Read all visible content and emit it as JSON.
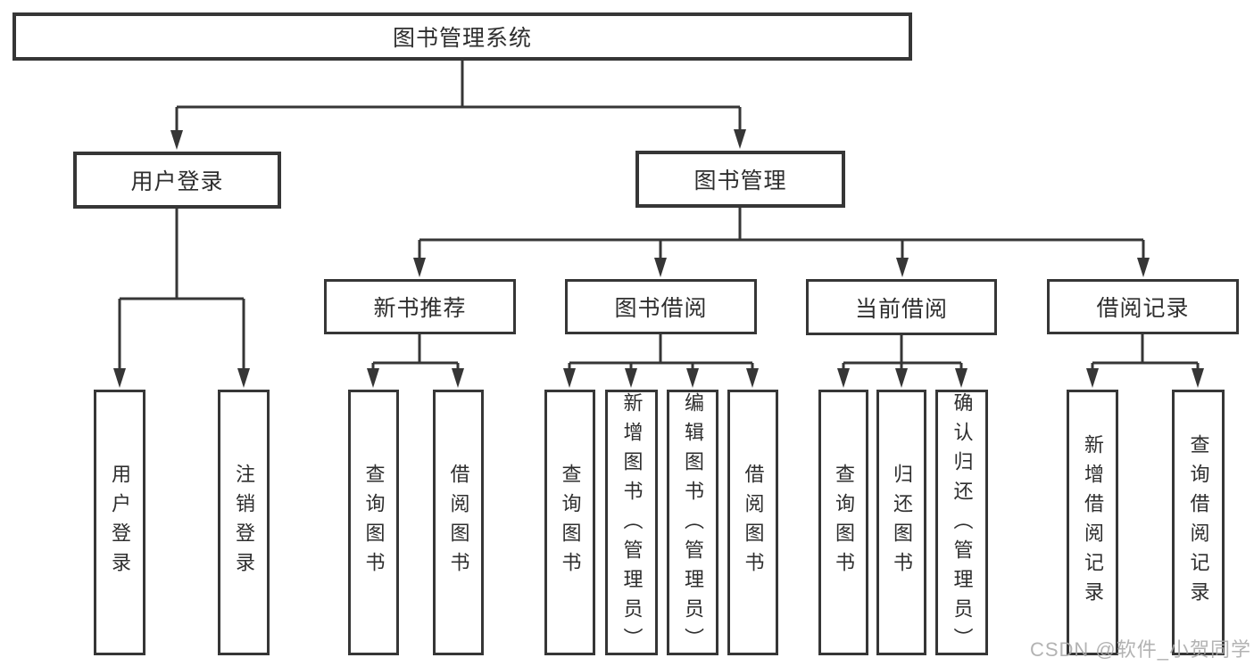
{
  "nodes": {
    "root": "图书管理系统",
    "user_login": "用户登录",
    "book_management": "图书管理",
    "new_book_recommend": "新书推荐",
    "book_borrow": "图书借阅",
    "current_borrow": "当前借阅",
    "borrow_records": "借阅记录"
  },
  "leaves": {
    "user_login": "用户登录",
    "logout": "注销登录",
    "recommend_query_books": "查询图书",
    "recommend_borrow_books": "借阅图书",
    "borrow_query_books": "查询图书",
    "borrow_add_books_admin": "新增图书（管理员）",
    "borrow_edit_books_admin": "编辑图书（管理员）",
    "borrow_borrow_books": "借阅图书",
    "current_query_books": "查询图书",
    "current_return_books": "归还图书",
    "current_confirm_return_admin": "确认归还（管理员）",
    "records_add_record": "新增借阅记录",
    "records_query_record": "查询借阅记录"
  },
  "watermark": "CSDN @软件_小贺同学",
  "colors": {
    "line": "#363636",
    "text": "#2e2e2e",
    "background": "#ffffff",
    "watermark": "#a8a8a8"
  }
}
